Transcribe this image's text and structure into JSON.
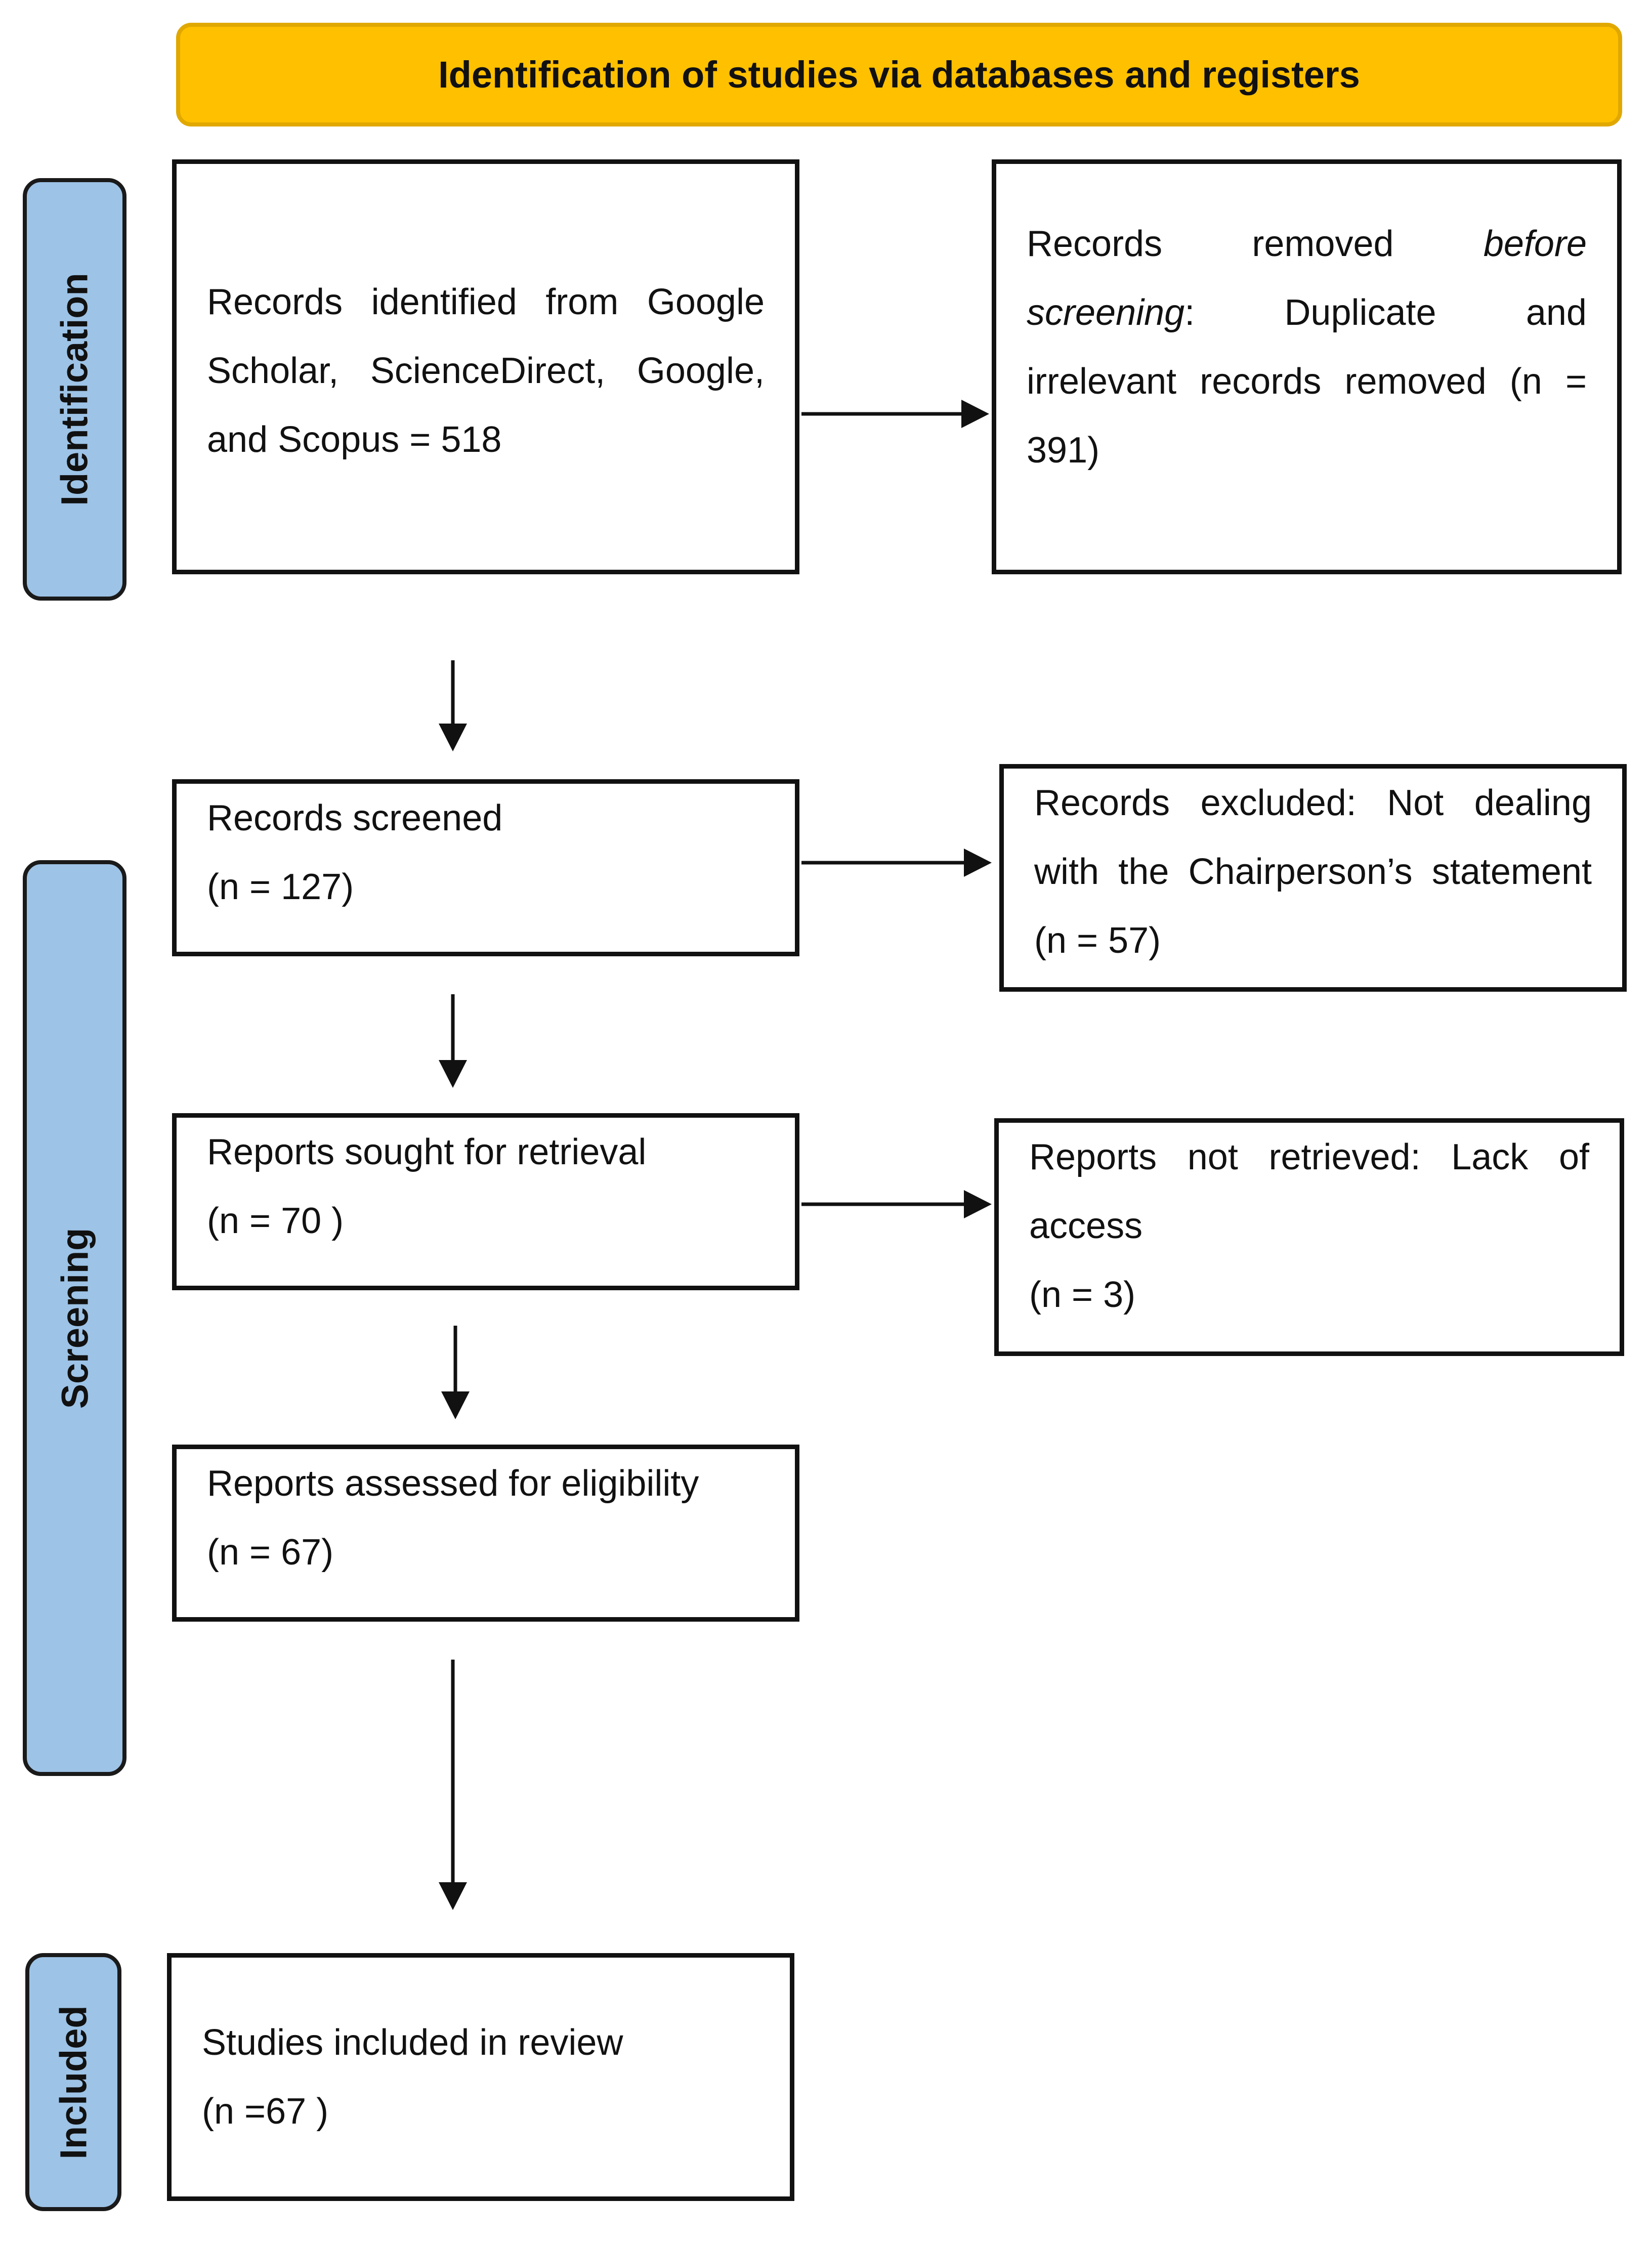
{
  "header": {
    "title": "Identification of studies via databases and registers"
  },
  "phases": {
    "identification": "Identification",
    "screening": "Screening",
    "included": "Included"
  },
  "boxes": {
    "records_identified": {
      "lines": [
        "Records identified from Google",
        "Scholar, ScienceDirect, Google,",
        "and Scopus = 518"
      ]
    },
    "records_removed": {
      "line1_a": "Records",
      "line1_b": "removed",
      "line1_c": "before",
      "line2_a": "screening",
      "line2_b": ":",
      "line2_c": "Duplicate",
      "line2_d": "and",
      "line3": "irrelevant records removed (n =",
      "line4": "391)"
    },
    "records_screened": {
      "lines": [
        "Records screened",
        "(n = 127)"
      ]
    },
    "records_excluded": {
      "lines": [
        "Records excluded: Not dealing",
        "with the Chairperson’s statement",
        "(n = 57)"
      ]
    },
    "reports_sought": {
      "lines": [
        "Reports sought for retrieval",
        "(n = 70 )"
      ]
    },
    "reports_not_retrieved": {
      "lines": [
        "Reports not retrieved: Lack of",
        "access",
        "(n = 3)"
      ]
    },
    "reports_assessed": {
      "lines": [
        "Reports assessed for eligibility",
        "(n = 67)"
      ]
    },
    "studies_included": {
      "lines": [
        "Studies included in review",
        "(n =67 )"
      ]
    }
  },
  "colors": {
    "header_fill": "#FFC000",
    "phase_fill": "#9DC3E6",
    "border": "#111111"
  }
}
